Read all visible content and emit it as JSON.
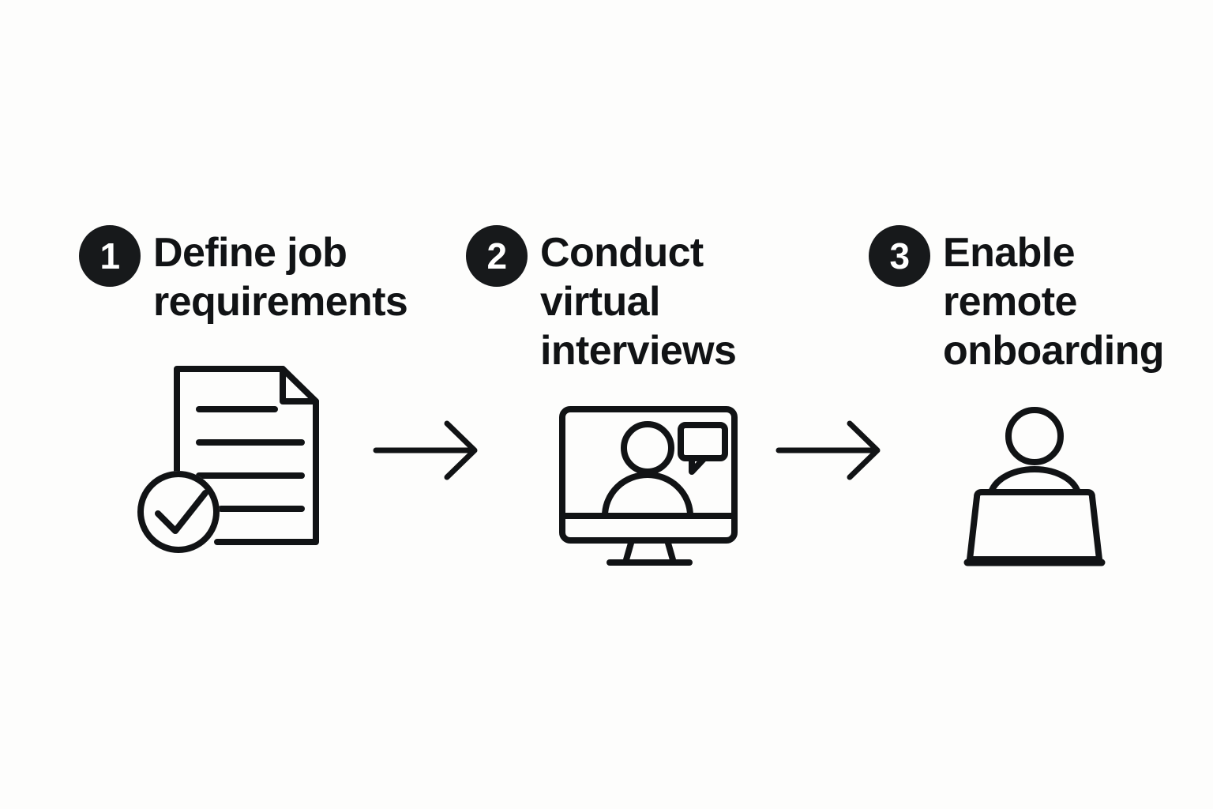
{
  "diagram": {
    "type": "3-step horizontal process flow",
    "background_color": "#fdfdfc",
    "ink_color": "#111315",
    "badge_color": "#17191b",
    "badge_text_color": "#ffffff",
    "steps": [
      {
        "number": "1",
        "title": "Define job\nrequirements",
        "icon": "document-check-icon",
        "icon_description": "document page with folded corner, text lines and a check mark inside a circle"
      },
      {
        "number": "2",
        "title": "Conduct\nvirtual\ninterviews",
        "icon": "video-interview-monitor-icon",
        "icon_description": "desktop monitor showing a person and a speech bubble"
      },
      {
        "number": "3",
        "title": "Enable\nremote\nonboarding",
        "icon": "remote-worker-laptop-icon",
        "icon_description": "person sitting behind an open laptop"
      }
    ],
    "connectors": [
      {
        "name": "arrow-step1-to-step2",
        "glyph": "right-arrow-icon"
      },
      {
        "name": "arrow-step2-to-step3",
        "glyph": "right-arrow-icon"
      }
    ]
  }
}
